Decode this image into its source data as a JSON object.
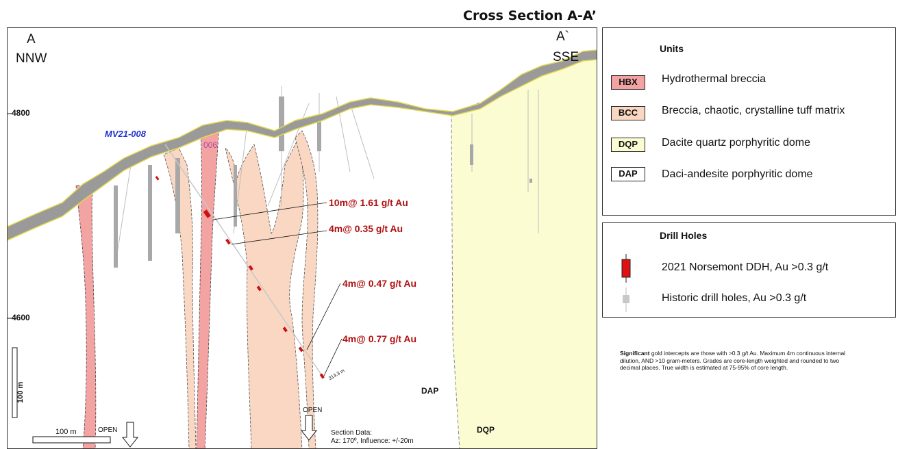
{
  "title": "Cross Section A-A’",
  "section": {
    "left_corner": {
      "letter": "A",
      "direction": "NNW"
    },
    "right_corner": {
      "letter": "A`",
      "direction": "SSE"
    },
    "elevations": [
      "4800",
      "4600"
    ],
    "hole_label": "MV21-008",
    "hole_tag": "006",
    "intercepts": [
      "10m@ 1.61 g/t Au",
      "4m@ 0.35 g/t Au",
      "4m@ 0.47 g/t Au",
      "4m@ 0.77 g/t Au"
    ],
    "depth_label": "313.3 m",
    "unit_labels": [
      "DAP",
      "DQP"
    ],
    "open_labels": [
      "OPEN",
      "OPEN"
    ],
    "scale_vertical": "100 m",
    "scale_horizontal": "100 m",
    "section_data": {
      "heading": "Section Data:",
      "line": "Az: 170º, Influence: +/-20m"
    }
  },
  "units_legend": {
    "heading": "Units",
    "items": [
      {
        "code": "HBX",
        "label": "Hydrothermal breccia",
        "color": "#f4a3a3"
      },
      {
        "code": "BCC",
        "label": "Breccia, chaotic, crystalline tuff matrix",
        "color": "#f9d7c2"
      },
      {
        "code": "DQP",
        "label": "Dacite quartz porphyritic dome",
        "color": "#fcfcd2"
      },
      {
        "code": "DAP",
        "label": "Daci-andesite porphyritic dome",
        "color": "#ffffff"
      }
    ]
  },
  "drill_legend": {
    "heading": "Drill Holes",
    "items": [
      {
        "label": "2021 Norsemont DDH, Au >0.3 g/t",
        "icon": "red-drill-icon"
      },
      {
        "label": "Historic drill holes, Au >0.3 g/t",
        "icon": "grey-drill-icon"
      }
    ]
  },
  "note": {
    "bold": "Significant",
    "text": " gold intercepts are those with >0.3 g/t Au. Maximum 4m continuous internal dilution, AND >10 gram-meters.  Grades are core-length weighted and rounded to two decimal places.  True width is estimated at 75-95% of core length."
  },
  "colors": {
    "hbx": "#f4a3a3",
    "bcc": "#f9d7c2",
    "dqp": "#fcfcd2",
    "intercept": "#cc1111",
    "topo": "#9a9a9a"
  }
}
